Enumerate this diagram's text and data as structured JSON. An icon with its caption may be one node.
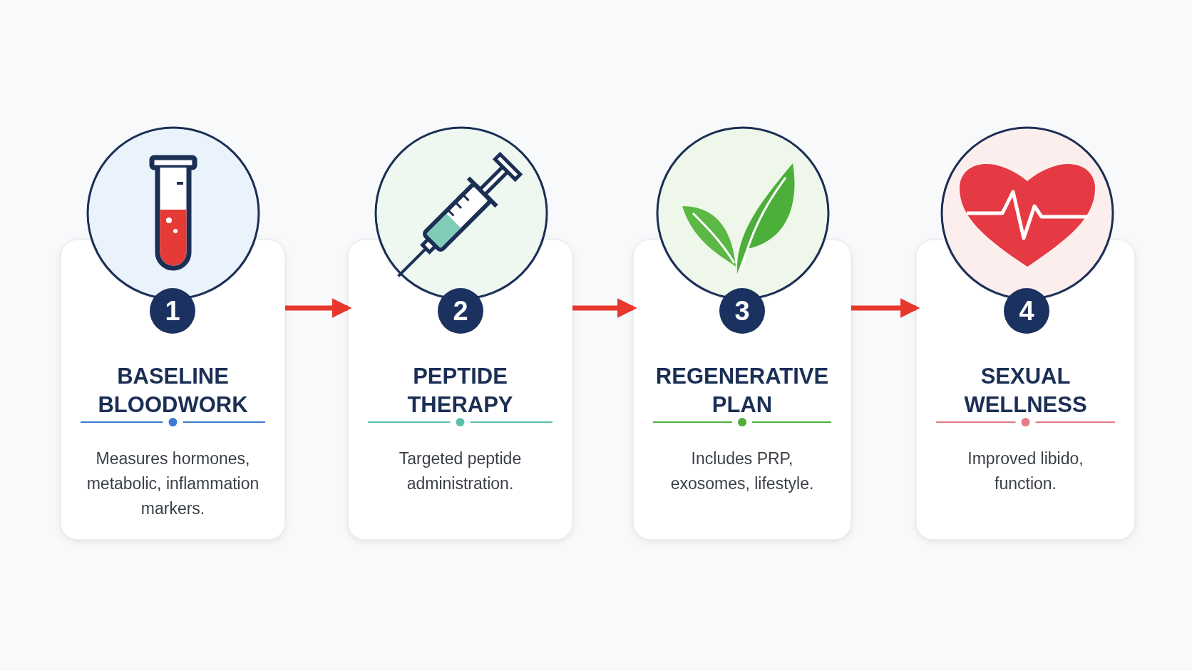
{
  "diagram": {
    "nodes": [
      {
        "text": [
          "1",
          "BASELINE BLOODWORK",
          "Measures hormones, metabolic, inflammation markers."
        ]
      },
      {
        "text": [
          "2",
          "PEPTIDE THERAPY",
          "Targeted peptide administration."
        ]
      },
      {
        "text": [
          "3",
          "REGENERATIVE PLAN",
          "Includes PRP, exosomes, lifestyle."
        ]
      },
      {
        "text": [
          "4",
          "SEXUAL WELLNESS",
          "Improved libido, function."
        ]
      }
    ],
    "edges": [
      {
        "from": 0,
        "to": 1,
        "arrow": "to"
      },
      {
        "from": 1,
        "to": 2,
        "arrow": "to"
      },
      {
        "from": 2,
        "to": 3,
        "arrow": "to"
      }
    ]
  }
}
